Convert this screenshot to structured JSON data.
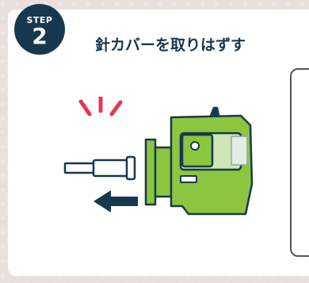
{
  "step": {
    "label": "STEP",
    "number": "2"
  },
  "heading": "針カバーを取りはずす",
  "colors": {
    "navy": "#17384f",
    "green": "#8cc63f",
    "red": "#e5384f"
  },
  "illustration": {
    "arrow_icon": "left-arrow-icon",
    "burst_icon": "burst-icon"
  }
}
